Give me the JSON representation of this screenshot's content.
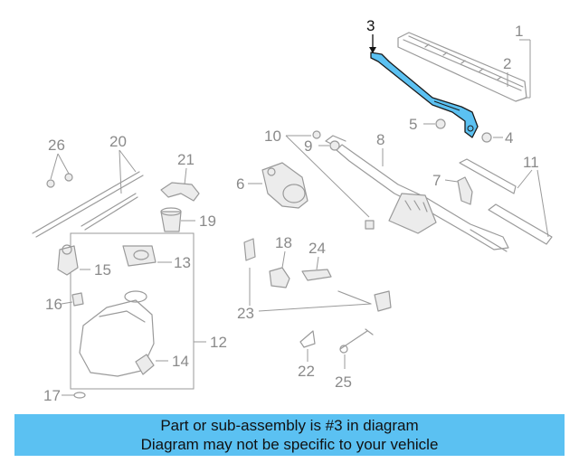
{
  "diagram": {
    "highlighted_part": "3",
    "highlight_color": "#5bc1f2",
    "callouts": {
      "c1": "1",
      "c2": "2",
      "c3": "3",
      "c4": "4",
      "c5": "5",
      "c6": "6",
      "c7": "7",
      "c8": "8",
      "c9": "9",
      "c10": "10",
      "c11": "11",
      "c12": "12",
      "c13": "13",
      "c14": "14",
      "c15": "15",
      "c16": "16",
      "c17": "17",
      "c18": "18",
      "c19": "19",
      "c20": "20",
      "c21": "21",
      "c22": "22",
      "c23": "23",
      "c24": "24",
      "c25": "25",
      "c26": "26"
    }
  },
  "caption": {
    "line1": "Part or sub-assembly is #3 in diagram",
    "line2": "Diagram may not be specific to your vehicle",
    "background": "#5bc1f2"
  }
}
